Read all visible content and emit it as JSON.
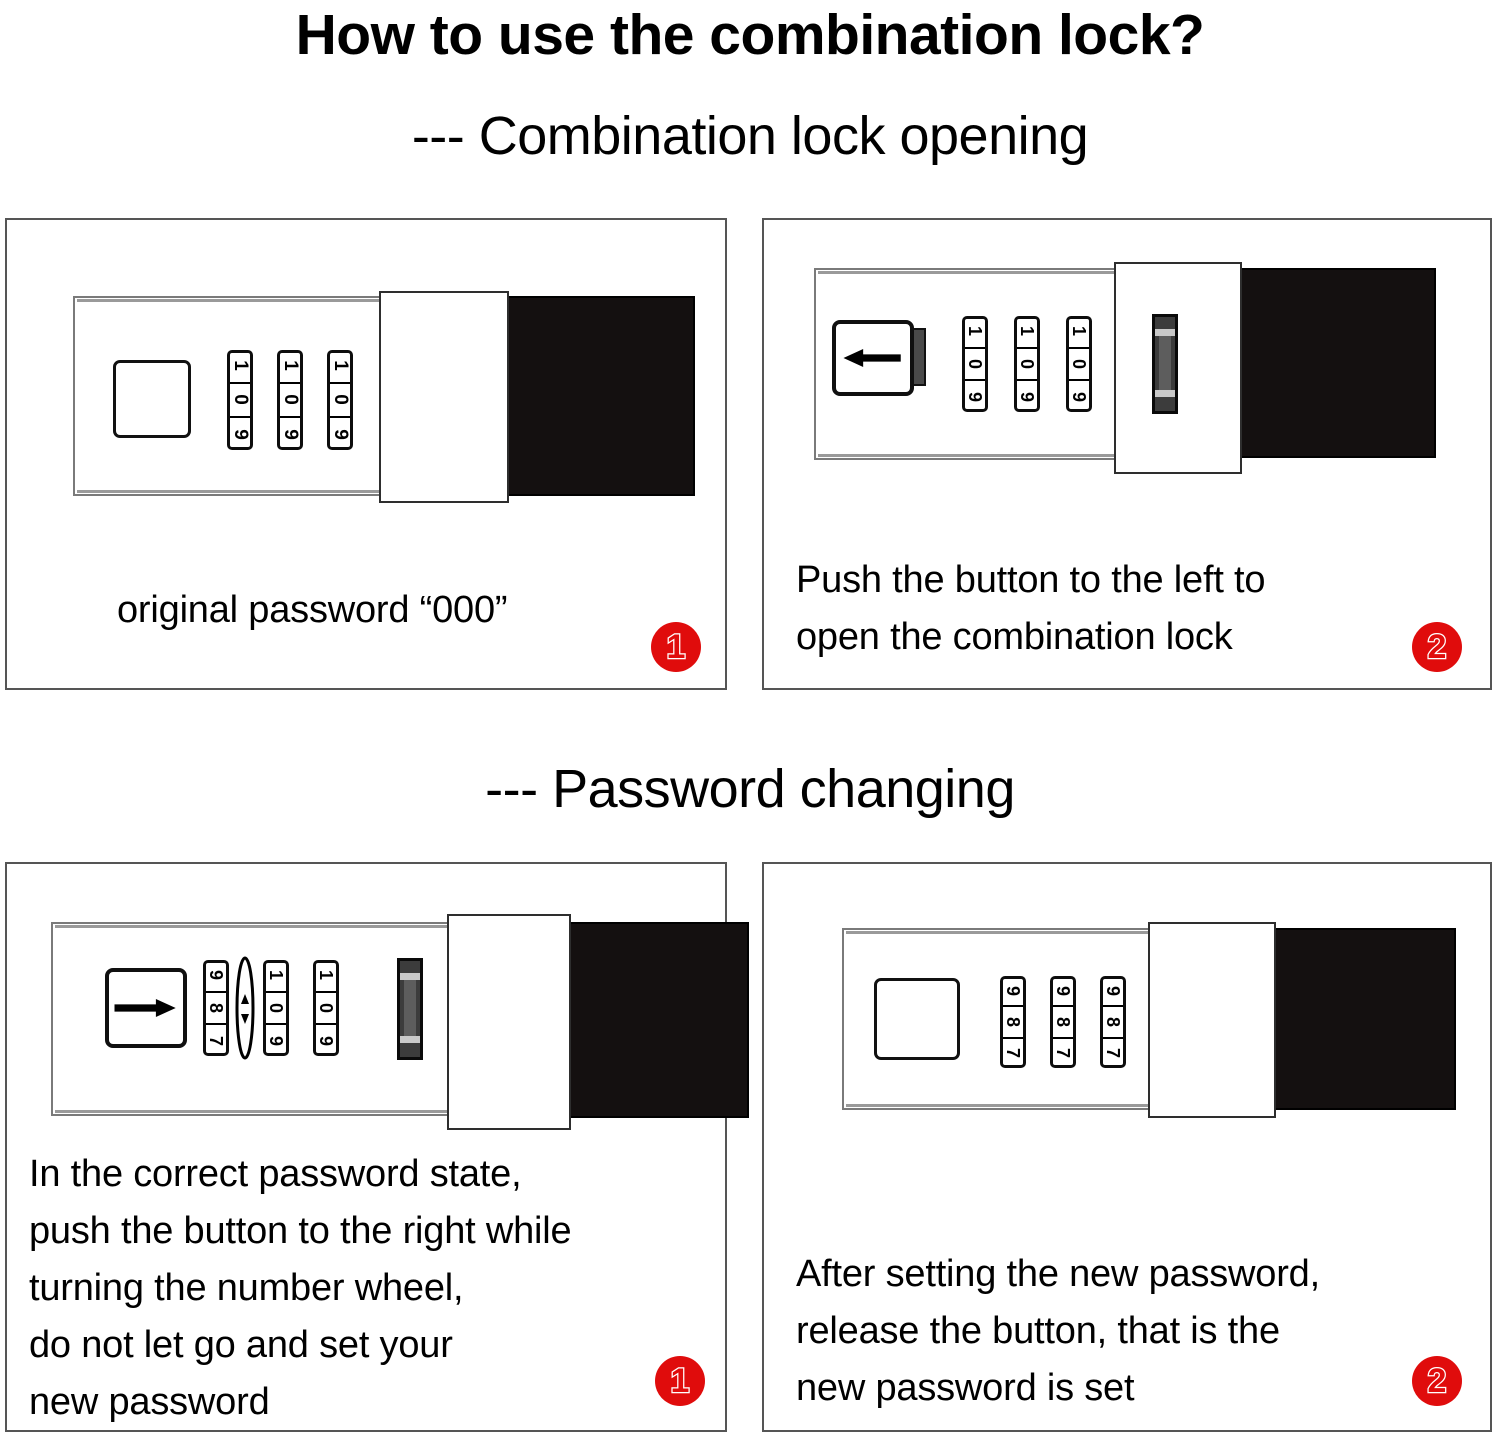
{
  "title": "How to use the combination lock?",
  "sections": [
    {
      "heading": "--- Combination lock opening"
    },
    {
      "heading": "--- Password changing"
    }
  ],
  "panels": [
    {
      "id": "panel-1",
      "caption": "original password “000”",
      "badge": "1",
      "button_type": "plain-square",
      "dials": [
        {
          "digits": [
            "1",
            "0",
            "9"
          ]
        },
        {
          "digits": [
            "1",
            "0",
            "9"
          ]
        },
        {
          "digits": [
            "1",
            "0",
            "9"
          ]
        }
      ],
      "has_latch": false,
      "rotating_dial_index": -1
    },
    {
      "id": "panel-2",
      "caption": "Push the button to the left to\nopen the combination lock",
      "badge": "2",
      "button_type": "arrow-left",
      "dials": [
        {
          "digits": [
            "1",
            "0",
            "9"
          ]
        },
        {
          "digits": [
            "1",
            "0",
            "9"
          ]
        },
        {
          "digits": [
            "1",
            "0",
            "9"
          ]
        }
      ],
      "has_latch": true,
      "rotating_dial_index": -1
    },
    {
      "id": "panel-3",
      "caption": "In the correct password state,\npush the button to the right while\nturning the number wheel,\ndo not let go and set your\nnew password",
      "badge": "1",
      "button_type": "arrow-right",
      "dials": [
        {
          "digits": [
            "9",
            "8",
            "7"
          ]
        },
        {
          "digits": [
            "1",
            "0",
            "9"
          ]
        },
        {
          "digits": [
            "1",
            "0",
            "9"
          ]
        }
      ],
      "has_latch": true,
      "rotating_dial_index": 0
    },
    {
      "id": "panel-4",
      "caption": "After setting the new password,\nrelease the button, that is the\nnew password is set",
      "badge": "2",
      "button_type": "plain-square",
      "dials": [
        {
          "digits": [
            "9",
            "8",
            "7"
          ]
        },
        {
          "digits": [
            "9",
            "8",
            "7"
          ]
        },
        {
          "digits": [
            "9",
            "8",
            "7"
          ]
        }
      ],
      "has_latch": false,
      "rotating_dial_index": -1
    }
  ],
  "colors": {
    "badge_red": "#e00c0c",
    "panel_border": "#555555",
    "lock_body": "#ffffff",
    "dark_block": "#141010",
    "text": "#000000"
  },
  "icons": {
    "arrow_left": "arrow-left-icon",
    "arrow_right": "arrow-right-icon",
    "rotation": "rotation-ellipse-icon"
  }
}
